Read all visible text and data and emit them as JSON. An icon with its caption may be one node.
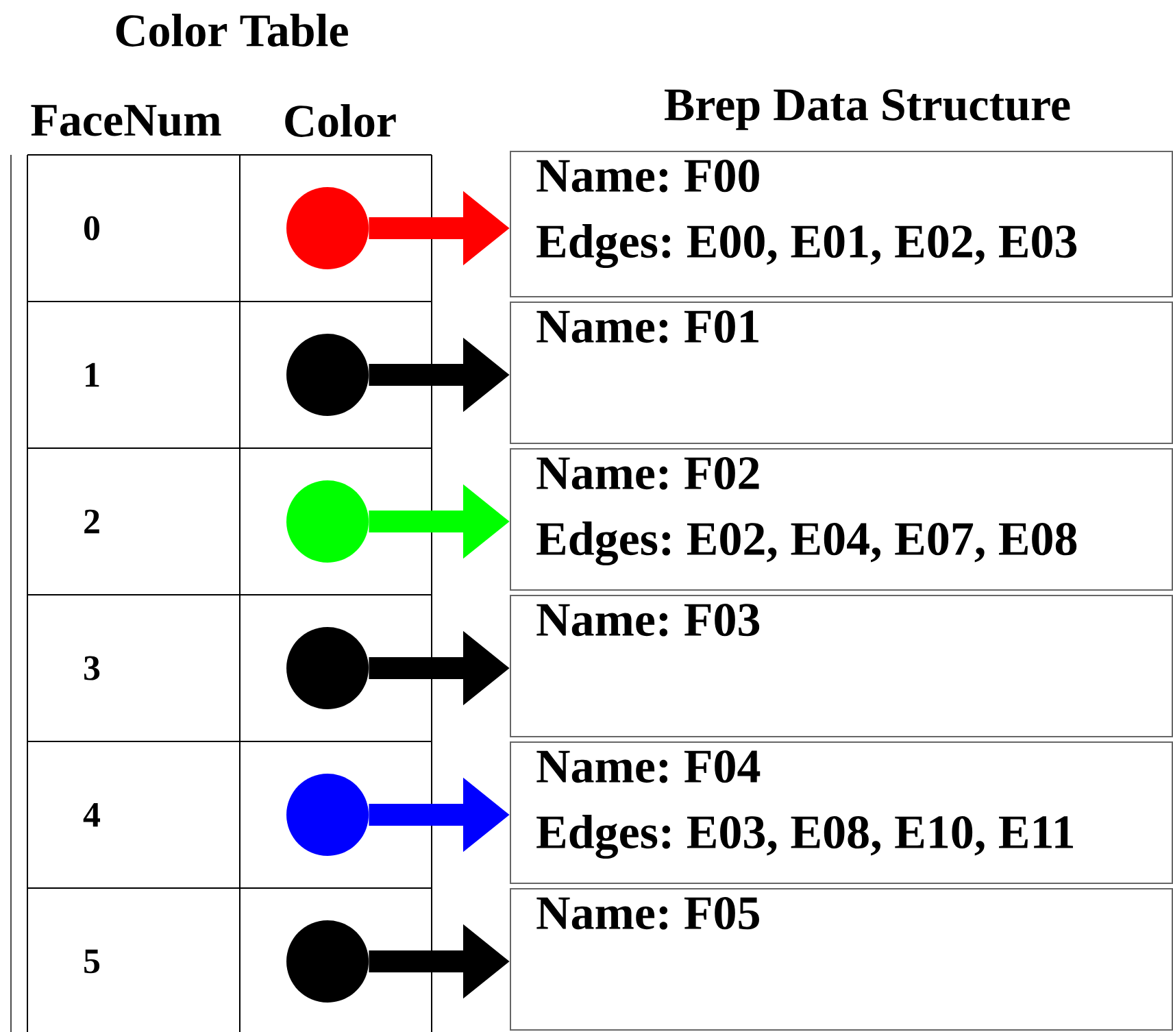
{
  "diagram": {
    "title": "Color Table",
    "nodes": [
      {
        "text": [],
        "shape": "circle"
      },
      {
        "text": [],
        "shape": "circle"
      },
      {
        "text": [],
        "shape": "circle"
      },
      {
        "text": [],
        "shape": "circle"
      },
      {
        "text": [],
        "shape": "circle"
      },
      {
        "text": [],
        "shape": "circle"
      },
      {
        "text": [
          "Name: F00",
          "Edges: E00, E01, E02, E03"
        ]
      },
      {
        "text": [
          "Name: F01"
        ]
      },
      {
        "text": [
          "Name: F02",
          "Edges: E02, E04, E07, E08"
        ]
      },
      {
        "text": [
          "Name: F03"
        ]
      },
      {
        "text": [
          "Name: F04",
          "Edges: E03, E08, E10, E11"
        ]
      },
      {
        "text": [
          "Name: F05"
        ]
      }
    ],
    "edges": [
      {
        "from": 0,
        "to": 6,
        "arrow": "to",
        "color": "#ff0000"
      },
      {
        "from": 1,
        "to": 7,
        "arrow": "to"
      },
      {
        "from": 2,
        "to": 8,
        "arrow": "to",
        "color": "#00ff00"
      },
      {
        "from": 3,
        "to": 9,
        "arrow": "to"
      },
      {
        "from": 4,
        "to": 10,
        "arrow": "to",
        "color": "#0000ff"
      },
      {
        "from": 5,
        "to": 11,
        "arrow": "to"
      }
    ],
    "labels": [
      "FaceNum",
      "Color",
      "Brep Data Structure",
      "0",
      "1",
      "2",
      "3",
      "4",
      "5"
    ]
  }
}
